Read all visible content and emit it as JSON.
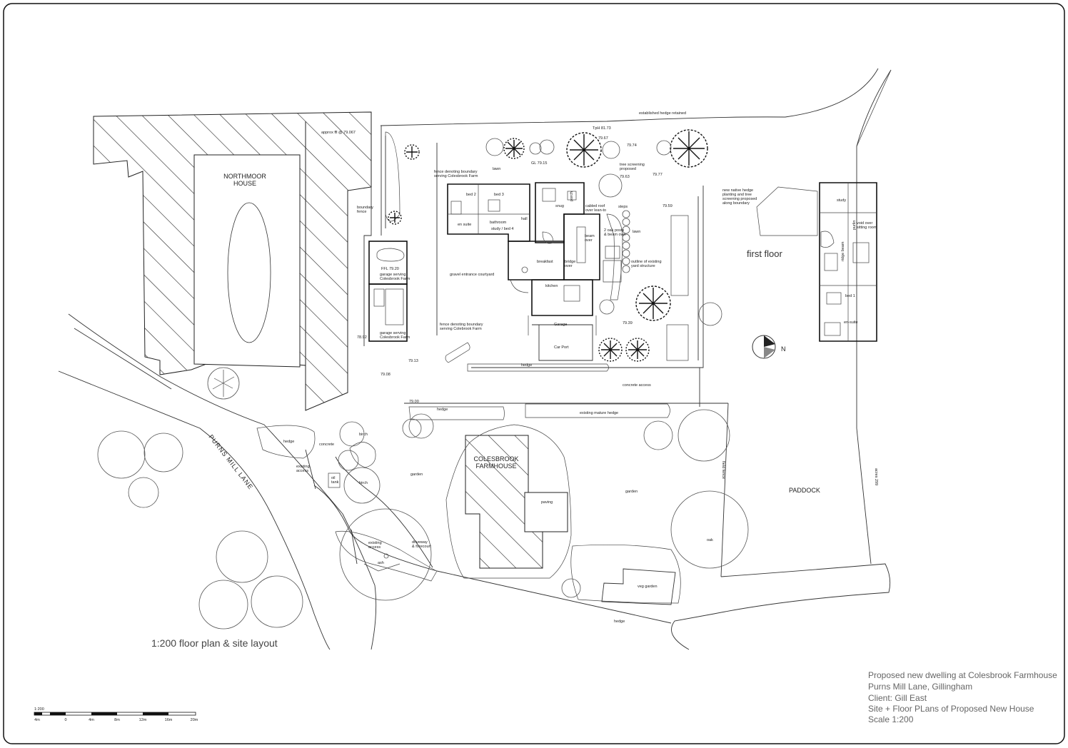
{
  "site": {
    "northmoor": [
      "NORTHMOOR",
      "HOUSE"
    ],
    "colesbrook": [
      "COLESBROOK",
      "FARMHOUSE"
    ],
    "road": "PURNS MILL LANE",
    "paddock": "PADDOCK",
    "labels": {
      "approx_ffl": "approx ffl @ 79.067",
      "established_hedge": "established hedge retained",
      "tph": "TpH 81.73",
      "lawn": "lawn",
      "gl": "GL 79.15",
      "lvl_7967": "79.67",
      "lvl_7974": "79.74",
      "tree_screening": [
        "tree screening",
        "proposed"
      ],
      "lvl_7963": "79.63",
      "lvl_7977": "79.77",
      "new_hedge": [
        "new native hedge",
        "planting and tree",
        "screening proposed",
        "along boundary"
      ],
      "fence_north": [
        "fence denoting boundary",
        "serving Colesbrook Farm"
      ],
      "boundary_fence": [
        "boundary",
        "fence"
      ],
      "lvl_7959": "79.59",
      "steps": "steps",
      "lawn2": "lawn",
      "outline_yard": [
        "outline of existing",
        "yard structure"
      ],
      "ffl": "FFL 79.20",
      "garage_serving": [
        "garage serving",
        "Colesbrook Farm"
      ],
      "gravel": "gravel entrance courtyard",
      "garage_serving2": [
        "garage serving",
        "Colesbrook Farm"
      ],
      "lvl_7892": "78.92",
      "fence_south": [
        "fence denoting boundary",
        "serving Colebrook Farm"
      ],
      "lvl_7939": "79.39",
      "lvl_7913": "79.13",
      "lvl_7908": "79.08",
      "hedge": "hedge",
      "concrete_access": "concrete access",
      "lvl_7900": "79.00",
      "hedge2": "hedge",
      "existing_mature_hedge": "existing mature hedge",
      "hedge3": "hedge",
      "concrete": "concrete",
      "existing_access": [
        "existing",
        "access"
      ],
      "birch": "birch",
      "birch2": "birch",
      "oil_tank": [
        "oil",
        "tank"
      ],
      "garden": "garden",
      "garden2": "garden",
      "field_fence": "field fence",
      "paving": "paving",
      "oak": "oak",
      "existing_access2": [
        "existing",
        "access"
      ],
      "driveway": [
        "driveway",
        "& forecourt"
      ],
      "ash": "ash",
      "veg_garden": "veg garden",
      "hedge4": "hedge",
      "acres": "acres 299"
    },
    "rooms": {
      "bed2": "bed 2",
      "bed3": "bed 3",
      "snug": "snug",
      "cabled_roof": [
        "cabled roof",
        "over lean-to"
      ],
      "en_suite": "en suite",
      "bathroom": "bathroom",
      "study_bed4": "study / bed 4",
      "hall": "hall",
      "porch": "porch",
      "oak_posts": [
        "2 oak posts",
        "& beam over"
      ],
      "beam_over": [
        "beam",
        "over"
      ],
      "breakfast": "breakfast",
      "bridge_over": [
        "bridge",
        "over"
      ],
      "kitchen": "kitchen",
      "garage": "Garage",
      "car_port": "Car Port"
    }
  },
  "first_floor": {
    "title": "first floor",
    "study": "study",
    "void": [
      "void over",
      "sitting room"
    ],
    "ridge_beam": "ridge beam",
    "purlin": "purlin",
    "bed1": "bed 1",
    "en_suite": "en-suite"
  },
  "compass": {
    "letter": "N"
  },
  "caption": "1:200 floor plan & site layout",
  "scale_bar": {
    "ratio": "1:200",
    "ticks": [
      "4m",
      "0",
      "4m",
      "8m",
      "12m",
      "16m",
      "20m"
    ]
  },
  "title_block": [
    "Proposed new dwelling at Colesbrook Farmhouse",
    "Purns Mill Lane, Gillingham",
    "Client: Gill East",
    "Site + Floor PLans of Proposed New House",
    "Scale 1:200"
  ]
}
